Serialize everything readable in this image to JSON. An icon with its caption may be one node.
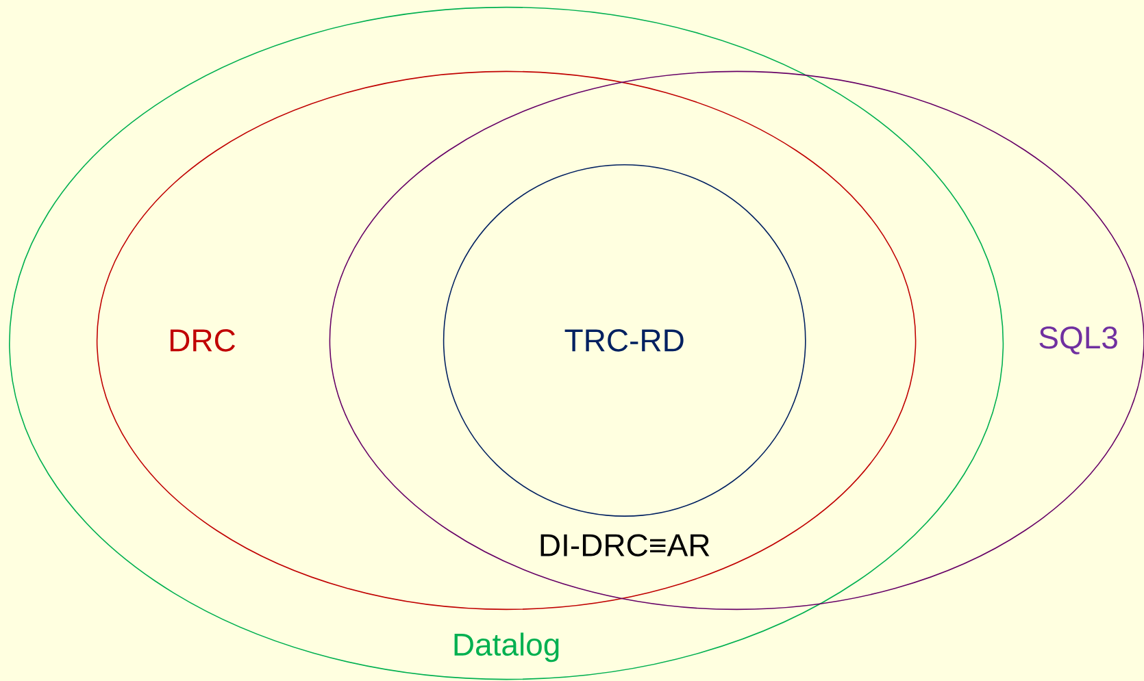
{
  "diagram": {
    "nodes": [
      {
        "text": [
          "Datalog"
        ]
      },
      {
        "text": [
          "DRC"
        ],
        "in": 0
      },
      {
        "text": [
          "SQL3"
        ]
      },
      {
        "text": [
          "TRC-RD"
        ]
      }
    ],
    "labels": [
      "DI-DRC≡AR"
    ]
  }
}
